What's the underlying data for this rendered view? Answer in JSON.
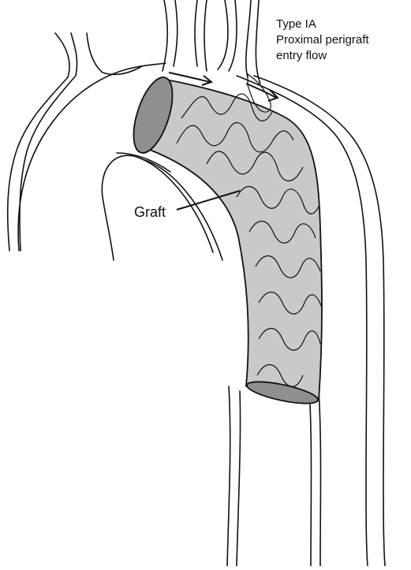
{
  "figure": {
    "leak_type": "Type IA",
    "leak_description_line1": "Proximal perigraft",
    "leak_description_line2": "entry flow",
    "graft_label": "Graft"
  },
  "colors": {
    "graft_fill": "#c9c9c9",
    "graft_end_fill": "#8f8f8f",
    "line": "#111111",
    "background": "#ffffff"
  }
}
